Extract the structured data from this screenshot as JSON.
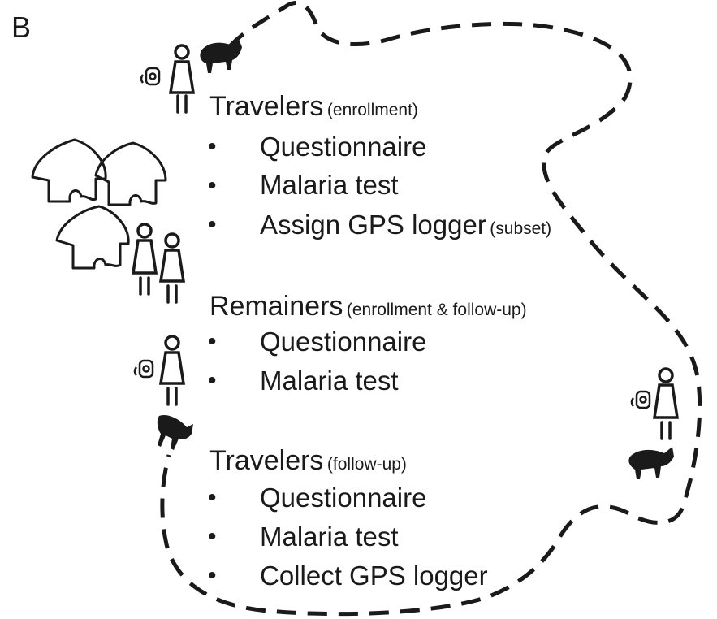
{
  "panel_label": "B",
  "sections": [
    {
      "heading": "Travelers",
      "subheading": "(enrollment)",
      "items": [
        {
          "text": "Questionnaire",
          "note": ""
        },
        {
          "text": "Malaria test",
          "note": ""
        },
        {
          "text": "Assign GPS logger",
          "note": "(subset)"
        }
      ]
    },
    {
      "heading": "Remainers",
      "subheading": "(enrollment & follow-up)",
      "items": [
        {
          "text": "Questionnaire",
          "note": ""
        },
        {
          "text": "Malaria test",
          "note": ""
        }
      ]
    },
    {
      "heading": "Travelers",
      "subheading": "(follow-up)",
      "items": [
        {
          "text": "Questionnaire",
          "note": ""
        },
        {
          "text": "Malaria test",
          "note": ""
        },
        {
          "text": "Collect GPS logger",
          "note": ""
        }
      ]
    }
  ],
  "bullet_glyph": "•",
  "colors": {
    "ink": "#1a1a1a",
    "background": "#ffffff"
  }
}
